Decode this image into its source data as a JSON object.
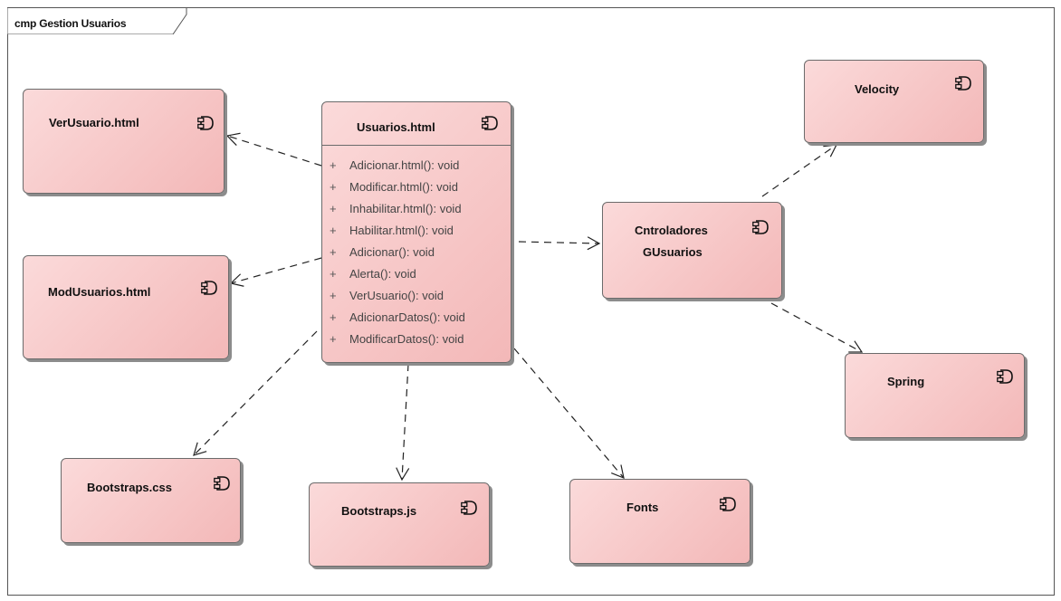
{
  "frame": {
    "title": "cmp Gestion Usuarios"
  },
  "components": {
    "usuarios": {
      "name": "Usuarios.html",
      "operations": [
        {
          "visibility": "+",
          "signature": "Adicionar.html(): void"
        },
        {
          "visibility": "+",
          "signature": "Modificar.html(): void"
        },
        {
          "visibility": "+",
          "signature": "Inhabilitar.html(): void"
        },
        {
          "visibility": "+",
          "signature": "Habilitar.html(): void"
        },
        {
          "visibility": "+",
          "signature": "Adicionar(): void"
        },
        {
          "visibility": "+",
          "signature": "Alerta(): void"
        },
        {
          "visibility": "+",
          "signature": "VerUsuario(): void"
        },
        {
          "visibility": "+",
          "signature": "AdicionarDatos(): void"
        },
        {
          "visibility": "+",
          "signature": "ModificarDatos(): void"
        }
      ]
    },
    "ver_usuario": {
      "name": "VerUsuario.html"
    },
    "mod_usuarios": {
      "name": "ModUsuarios.html"
    },
    "bootstrap_css": {
      "name": "Bootstraps.css"
    },
    "bootstrap_js": {
      "name": "Bootstraps.js"
    },
    "fonts": {
      "name": "Fonts"
    },
    "controladores": {
      "name_line1": "Cntroladores",
      "name_line2": "GUsuarios"
    },
    "velocity": {
      "name": "Velocity"
    },
    "spring": {
      "name": "Spring"
    }
  },
  "colors": {
    "component_fill_light": "#fbdada",
    "component_fill_dark": "#f3b8b8",
    "border": "#6b6b6b",
    "shadow": "#8c8c8c",
    "edge": "#222222"
  },
  "dependencies": [
    {
      "from": "Usuarios.html",
      "to": "VerUsuario.html"
    },
    {
      "from": "Usuarios.html",
      "to": "ModUsuarios.html"
    },
    {
      "from": "Usuarios.html",
      "to": "Bootstraps.css"
    },
    {
      "from": "Usuarios.html",
      "to": "Bootstraps.js"
    },
    {
      "from": "Usuarios.html",
      "to": "Fonts"
    },
    {
      "from": "Usuarios.html",
      "to": "Cntroladores GUsuarios"
    },
    {
      "from": "Cntroladores GUsuarios",
      "to": "Velocity"
    },
    {
      "from": "Cntroladores GUsuarios",
      "to": "Spring"
    }
  ]
}
